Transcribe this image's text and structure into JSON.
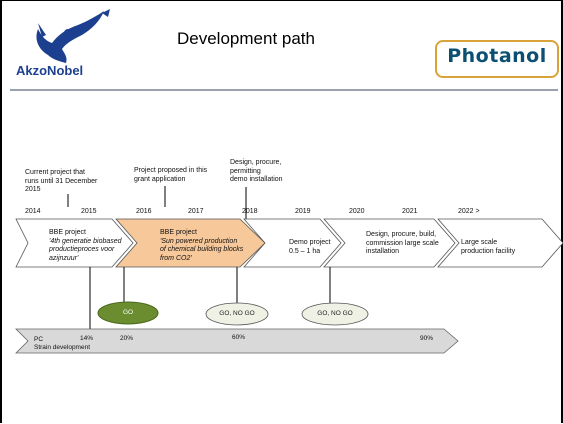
{
  "header": {
    "title": "Development path",
    "left_logo_text": "AkzoNobel",
    "right_logo_text": "Photanol"
  },
  "notes": {
    "current_project": [
      "Current project that",
      "runs until 31 December",
      "2015"
    ],
    "proposed_project": [
      "Project proposed in this",
      "grant application"
    ],
    "design_procure": [
      "Design, procure,",
      "permitting",
      "demo installation"
    ]
  },
  "years": [
    "2014",
    "2015",
    "2016",
    "2017",
    "2018",
    "2019",
    "2020",
    "2021",
    "2022 >"
  ],
  "steps": [
    {
      "title": "BBE project",
      "lines": [
        "'4th generatie biobased",
        "productieproces voor",
        "azijnzuur'"
      ],
      "italic": true
    },
    {
      "title": "BBE project",
      "lines": [
        "'Sun powered production",
        "of chemical building blocks",
        "from CO2'"
      ],
      "italic": true
    },
    {
      "title": "Demo project",
      "lines": [
        "0.5 – 1 ha"
      ],
      "italic": false
    },
    {
      "title": "Design, procure, build,",
      "lines": [
        "commission large scale",
        "installation"
      ],
      "italic": false
    },
    {
      "title": "Large scale",
      "lines": [
        "production facility"
      ],
      "italic": false
    }
  ],
  "gates": [
    {
      "label": "GO",
      "fill": "#6b8c2f",
      "text_color": "#ffffff"
    },
    {
      "label": "GO, NO GO",
      "fill": "#eef1e4",
      "text_color": "#222222"
    },
    {
      "label": "GO, NO GO",
      "fill": "#eef1e4",
      "text_color": "#222222"
    }
  ],
  "strain_bar": {
    "label_pc": "PC",
    "label": "Strain development",
    "milestones": [
      "14%",
      "20%",
      "60%",
      "90%"
    ]
  },
  "colors": {
    "highlight_step": "#f7c89a",
    "bar_fill": "#d9d9d9",
    "accent_blue": "#1d3f8f",
    "photanol_border": "#d9a33a"
  }
}
